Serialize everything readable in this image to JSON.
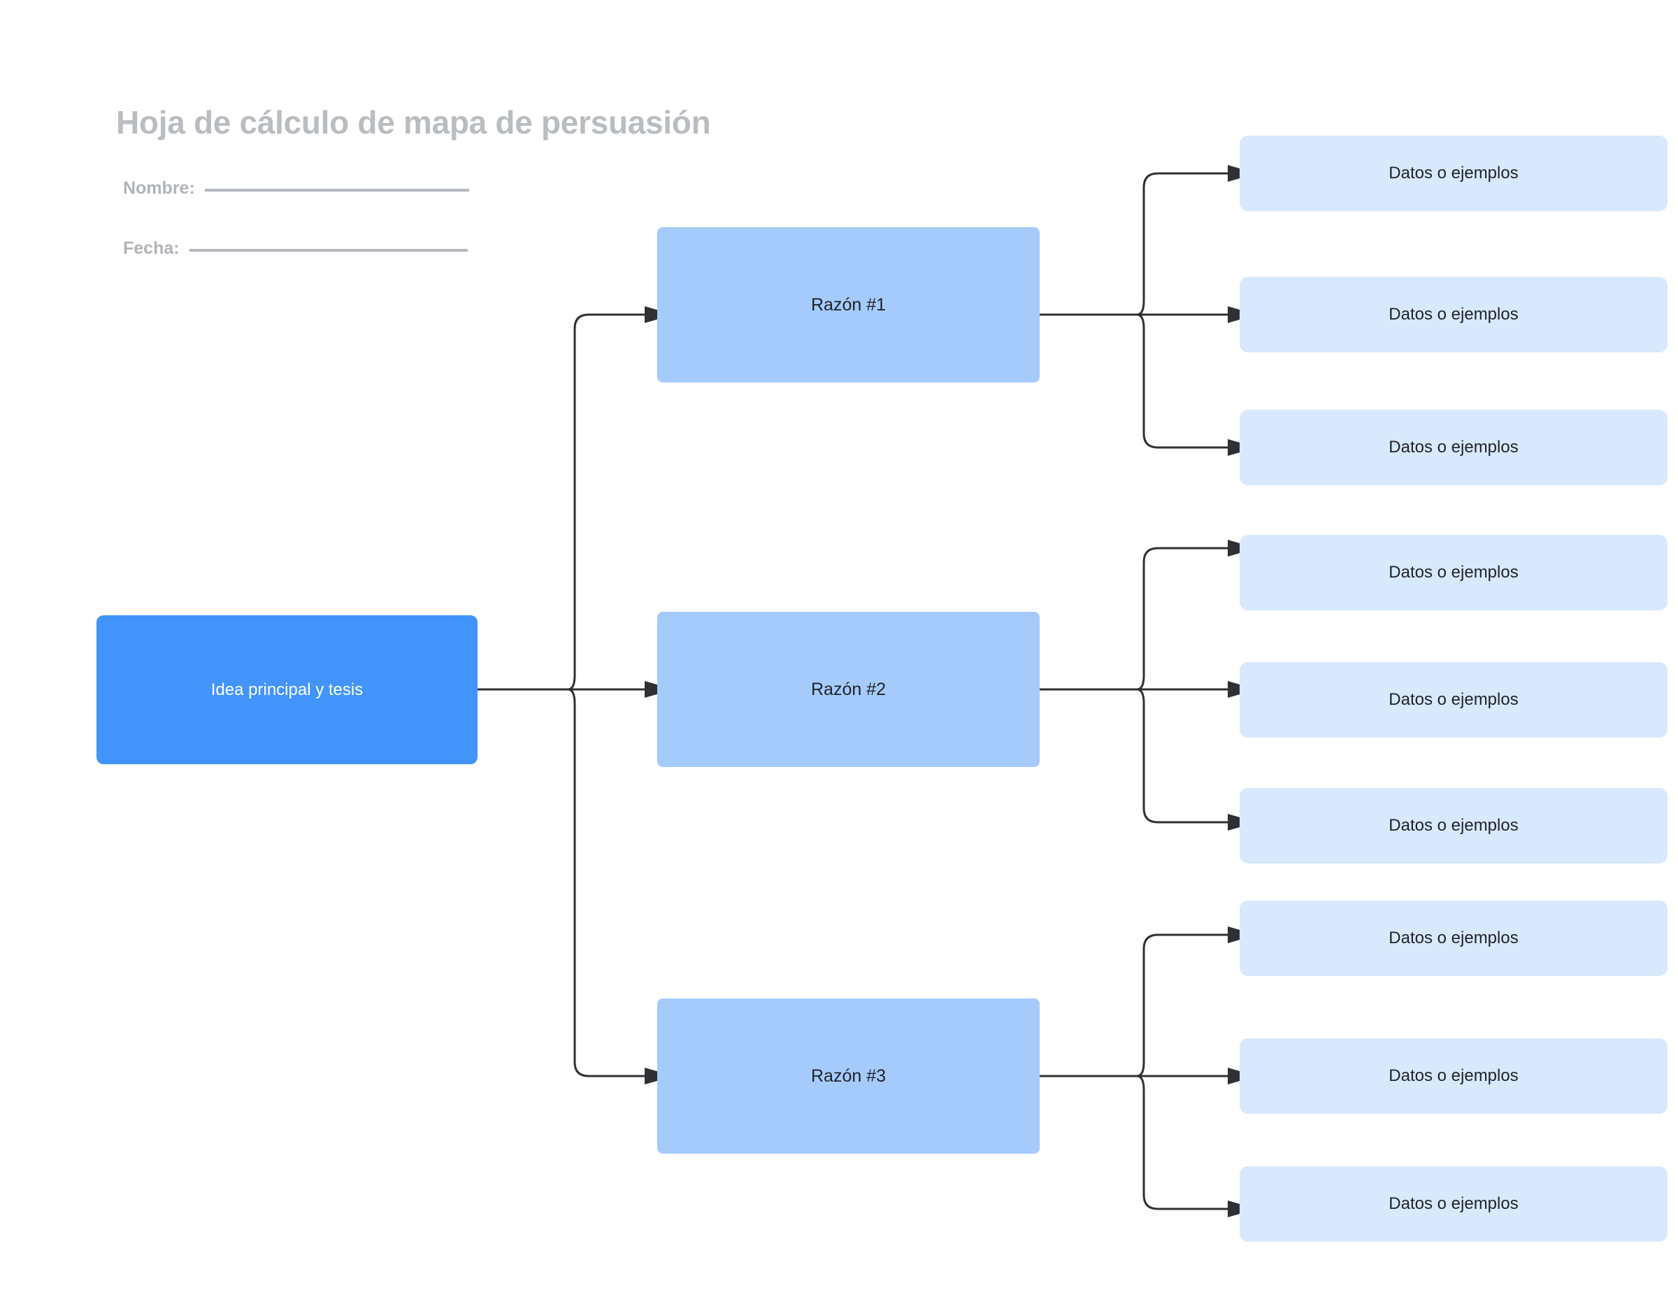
{
  "header": {
    "title": "Hoja de cálculo de mapa de persuasión",
    "fields": [
      {
        "label": "Nombre:",
        "value": ""
      },
      {
        "label": "Fecha:",
        "value": ""
      }
    ]
  },
  "colors": {
    "title_gray": "#b9bdc1",
    "label_gray": "#b0b4b8",
    "rule_gray": "#b5b9bd",
    "main_blue": "#4294fb",
    "reason_blue": "#a5cbfc",
    "evidence_blue": "#d8e8fd",
    "connector": "#2f3033",
    "text_dark": "#1f2329",
    "text_light": "#ffffff",
    "background": "#ffffff"
  },
  "diagram": {
    "type": "tree",
    "root": {
      "label": "Idea principal y tesis"
    },
    "branches": [
      {
        "label": "Razón #1",
        "evidence": [
          {
            "label": "Datos o ejemplos"
          },
          {
            "label": "Datos o ejemplos"
          },
          {
            "label": "Datos o ejemplos"
          }
        ]
      },
      {
        "label": "Razón #2",
        "evidence": [
          {
            "label": "Datos o ejemplos"
          },
          {
            "label": "Datos o ejemplos"
          },
          {
            "label": "Datos o ejemplos"
          }
        ]
      },
      {
        "label": "Razón #3",
        "evidence": [
          {
            "label": "Datos o ejemplos"
          },
          {
            "label": "Datos o ejemplos"
          },
          {
            "label": "Datos o ejemplos"
          }
        ]
      }
    ]
  }
}
